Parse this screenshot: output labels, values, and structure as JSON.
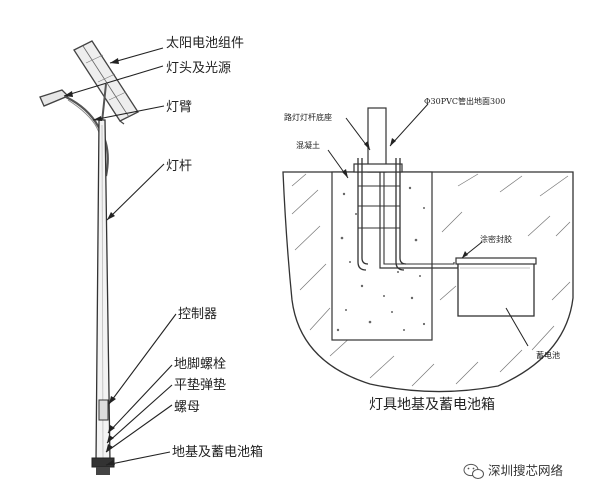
{
  "left_diagram": {
    "labels": [
      "太阳电池组件",
      "灯头及光源",
      "灯臂",
      "灯杆",
      "控制器",
      "地脚螺栓",
      "平垫弹垫",
      "螺母",
      "地基及蓄电池箱"
    ]
  },
  "right_diagram": {
    "pvc_label": "Φ30PVC管出地面300",
    "base_label": "路灯灯杆底座",
    "concrete_label": "混凝土",
    "seal_label": "涂密封胶",
    "battery_label": "蓄电池",
    "caption": "灯具地基及蓄电池箱"
  },
  "watermark": {
    "text": "深圳搜芯网络",
    "icon": "wechat-icon"
  }
}
